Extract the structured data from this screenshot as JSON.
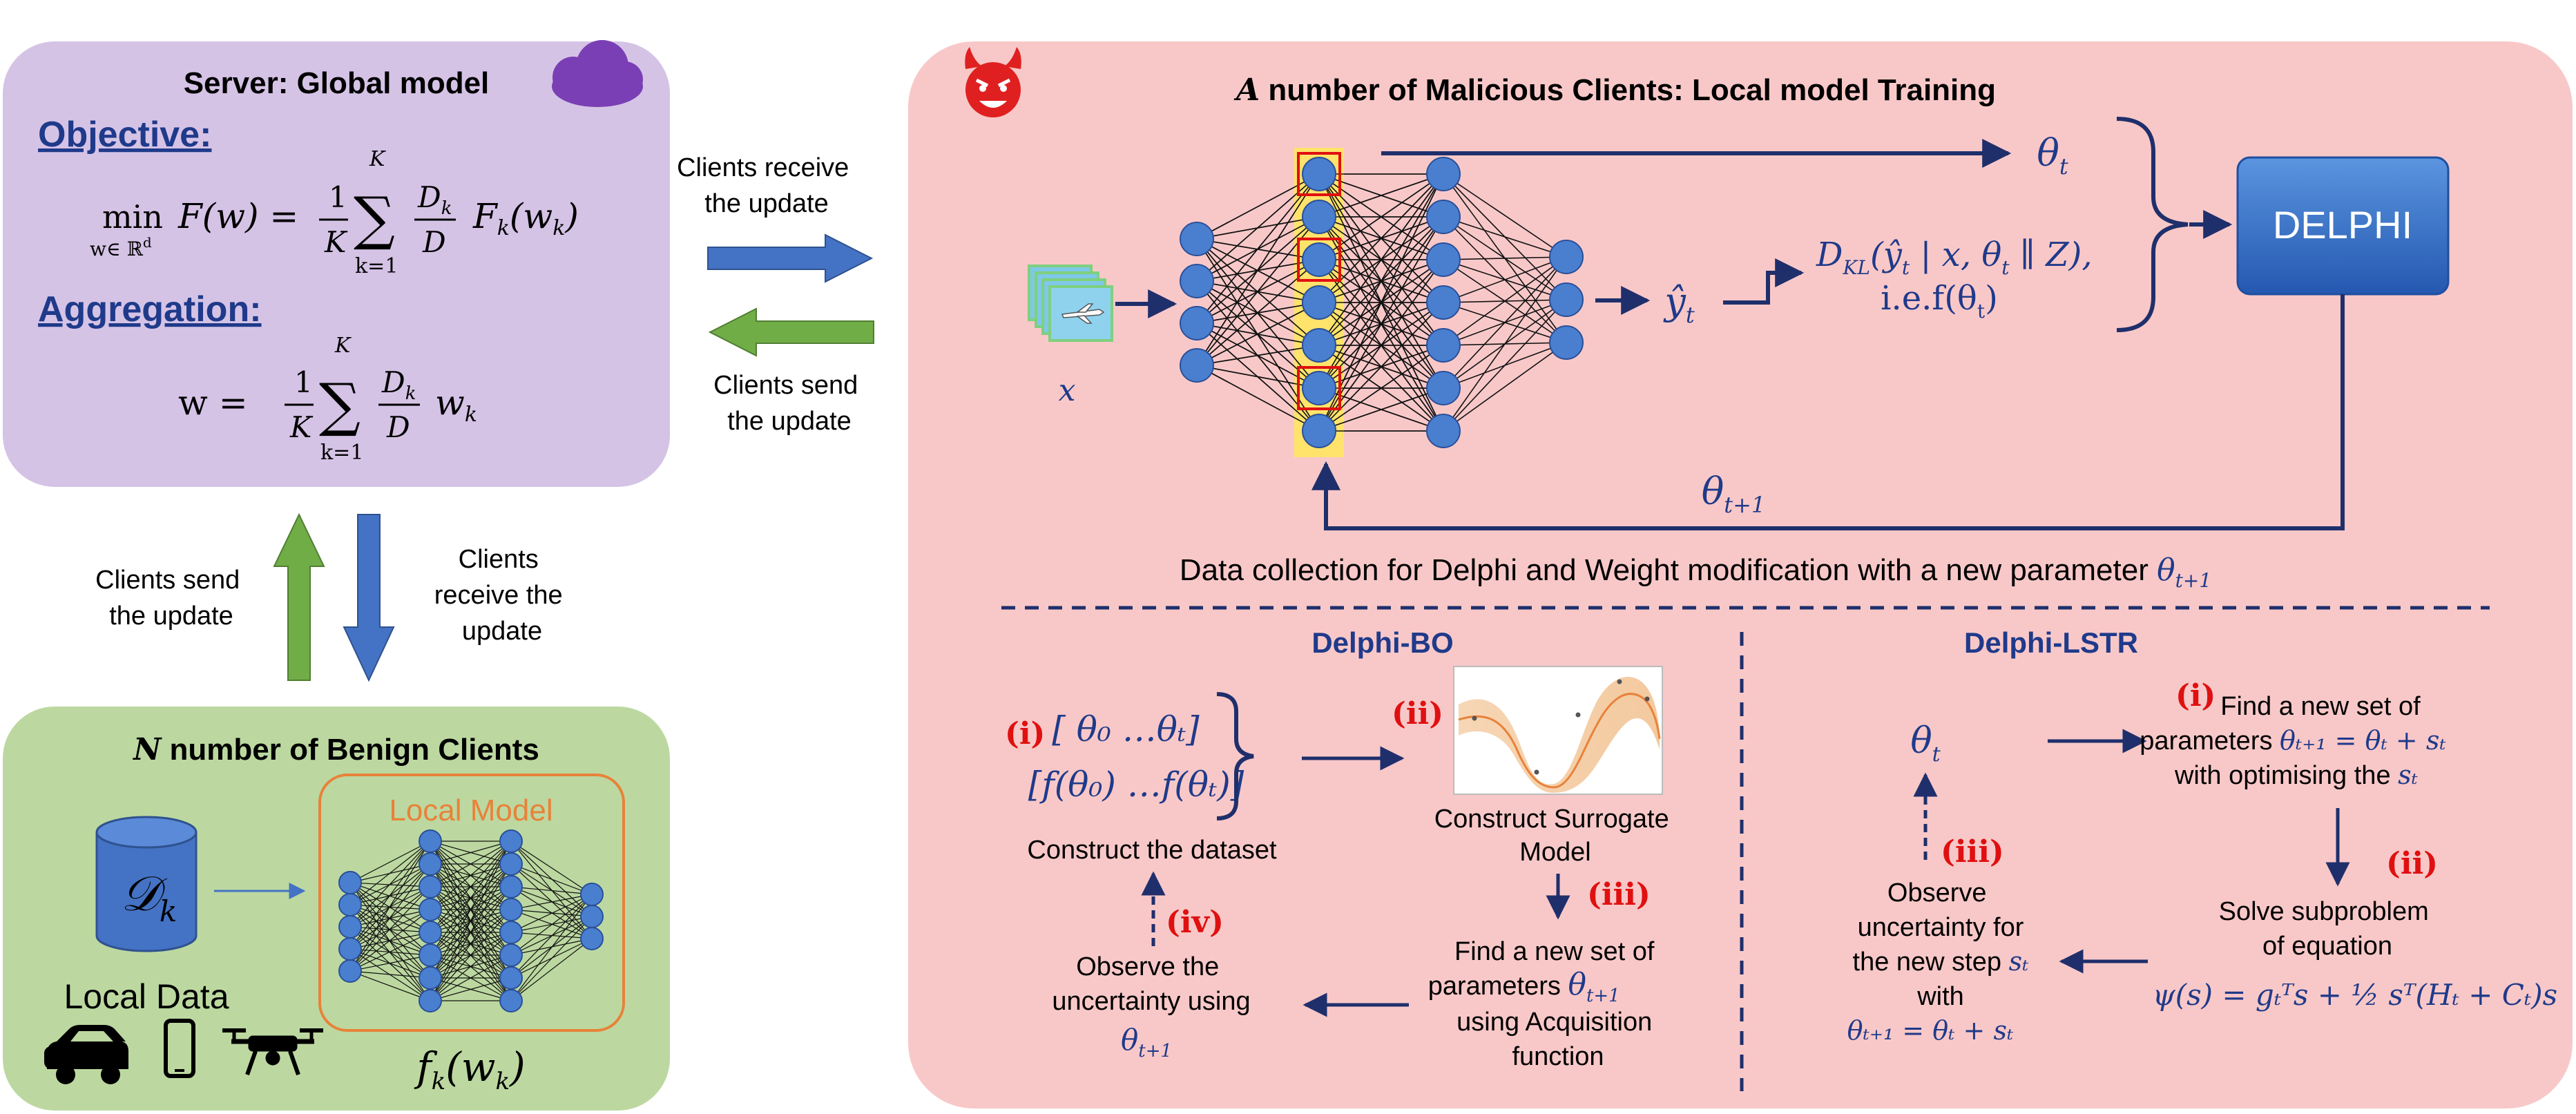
{
  "server": {
    "title": "Server: Global model",
    "objective_heading": "Objective:",
    "objective_formula": {
      "lhs": "min",
      "sub": "w∈ ℝ",
      "sub_sup": "d",
      "body": "F(w) =",
      "frac_num": "1",
      "frac_den": "K",
      "sum_top": "K",
      "sum_bottom": "k=1",
      "dk_num": "D",
      "dk_sub": "k",
      "dk_den": "D",
      "tail": "F",
      "tail_sub": "k",
      "tail_arg": "(w",
      "tail_arg_sub": "k",
      "tail_close": ")"
    },
    "aggregation_heading": "Aggregation:",
    "aggregation_formula": {
      "lhs": "w =",
      "frac_num": "1",
      "frac_den": "K",
      "sum_top": "K",
      "sum_bottom": "k=1",
      "dk_num": "D",
      "dk_sub": "k",
      "dk_den": "D",
      "tail": "w",
      "tail_sub": "k"
    }
  },
  "exchange_top": {
    "receive": [
      "Clients receive",
      "the update"
    ],
    "send": [
      "Clients send",
      "the update"
    ]
  },
  "exchange_left": {
    "send": [
      "Clients send",
      "the update"
    ],
    "receive": [
      "Clients",
      "receive the",
      "update"
    ]
  },
  "benign": {
    "title_var": "N",
    "title": "number of Benign Clients",
    "data_symbol": "𝒟",
    "data_sub": "k",
    "local_data": "Local Data",
    "local_model": "Local Model",
    "function": {
      "f": "f",
      "sub": "k",
      "arg": "(w",
      "arg_sub": "k",
      "close": ")"
    }
  },
  "malicious": {
    "title_var": "A",
    "title": "number of Malicious Clients: Local model Training",
    "input_var": "x",
    "theta_t": {
      "base": "θ",
      "sub": "t"
    },
    "yhat": {
      "base": "ŷ",
      "sub": "t"
    },
    "kl": {
      "line1": "D",
      "line1_sub": "KL",
      "line1_rest": "(ŷ",
      "line1_rest_sub": "t",
      "line1_tail": " | x, θ",
      "line1_tail_sub": "t",
      "line1_end": " ∥ Z),",
      "line2": "i.e.f(θ",
      "line2_sub": "t",
      "line2_end": ")"
    },
    "delphi_label": "DELPHI",
    "theta_next": {
      "base": "θ",
      "sub": "t+1"
    },
    "caption": "Data collection for Delphi and Weight modification with a new parameter",
    "caption_var": "θ",
    "caption_var_sub": "t+1"
  },
  "bo": {
    "title": "Delphi-BO",
    "step_i": "(i)",
    "step_ii": "(ii)",
    "step_iii": "(iii)",
    "step_iv": "(iv)",
    "dataset_row1": "[ θ₀  …θₜ]",
    "dataset_row2": "[f(θ₀)  …f(θₜ)]",
    "construct_dataset": "Construct the dataset",
    "surrogate": [
      "Construct Surrogate",
      "Model"
    ],
    "acquisition": [
      "Find a new set of",
      "parameters",
      "using Acquisition",
      "function"
    ],
    "acq_var": "θ",
    "acq_var_sub": "t+1",
    "observe": [
      "Observe the",
      "uncertainty using"
    ],
    "observe_var": "θ",
    "observe_var_sub": "t+1"
  },
  "lstr": {
    "title": "Delphi-LSTR",
    "step_i": "(i)",
    "step_ii": "(ii)",
    "step_iii": "(iii)",
    "theta_t": {
      "base": "θ",
      "sub": "t"
    },
    "find": [
      "Find a new set of",
      "parameters",
      "with optimising the"
    ],
    "find_eq": "θₜ₊₁ = θₜ + sₜ",
    "find_var": "sₜ",
    "solve": [
      "Solve subproblem",
      "of equation"
    ],
    "psi_eq": "ψ(s) = gₜᵀs + ½ sᵀ(Hₜ + Cₜ)s",
    "observe": [
      "Observe",
      "uncertainty for",
      "the new step",
      "with"
    ],
    "observe_var": "sₜ",
    "observe_eq": "θₜ₊₁ = θₜ + sₜ"
  },
  "colors": {
    "server_bg": "#d5c3e6",
    "malicious_bg": "#f8c8c8",
    "benign_bg": "#bcd8a0",
    "navy": "#1f2f6b",
    "math_blue": "#1f3a8a",
    "red_step": "#e01010",
    "orange": "#e8823a",
    "node_fill": "#4a7fd0",
    "node_stroke": "#2a4f98",
    "arrow_blue": "#4472c4",
    "arrow_green": "#70ad47",
    "delphi_top": "#4a86d6",
    "delphi_bottom": "#2458b0",
    "highlight": "#ffe566"
  }
}
